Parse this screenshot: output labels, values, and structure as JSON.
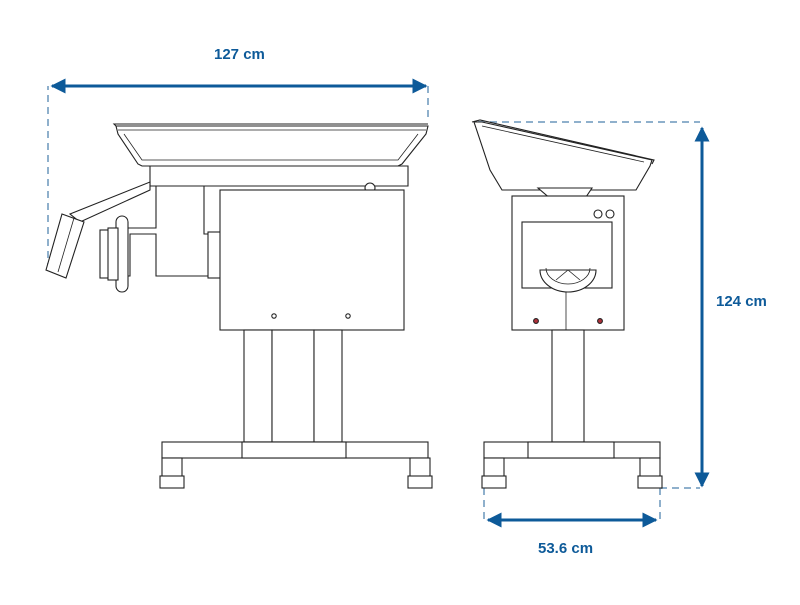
{
  "dimensions": {
    "width": "127 cm",
    "height": "124 cm",
    "depth": "53.6 cm"
  },
  "colors": {
    "dimension": "#0d5a99",
    "dashed_guide": "#8fb0cc",
    "outline": "#222222",
    "indicator": "#b0303a"
  }
}
